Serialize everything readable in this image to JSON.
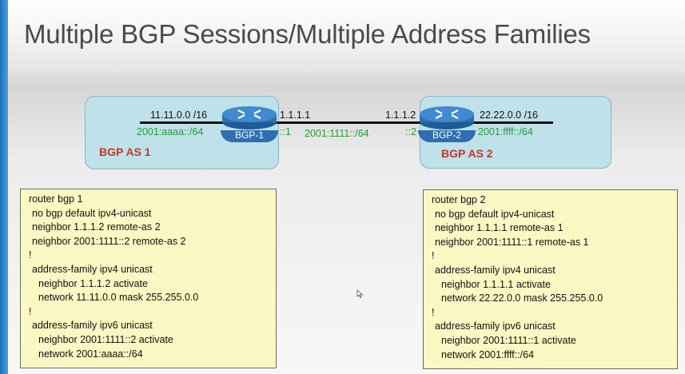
{
  "title": "Multiple BGP Sessions/Multiple Address Families",
  "diagram": {
    "as1": {
      "label": "BGP AS 1",
      "router": "BGP-1",
      "ipv4_prefix": "11.11.0.0 /16",
      "ipv6_prefix": "2001:aaaa::/64",
      "ipv4_link_addr": "1.1.1.1",
      "ipv6_link_addr": "::1"
    },
    "as2": {
      "label": "BGP AS 2",
      "router": "BGP-2",
      "ipv4_prefix": "22.22.0.0 /16",
      "ipv6_prefix": "2001:ffff::/64",
      "ipv4_link_addr": "1.1.1.2",
      "ipv6_link_addr": "::2"
    },
    "link_ipv6_prefix": "2001:1111::/64"
  },
  "config1": [
    {
      "text": "router bgp 1",
      "indent": 0
    },
    {
      "text": "no bgp default ipv4-unicast",
      "indent": 1
    },
    {
      "text": "neighbor 1.1.1.2 remote-as 2",
      "indent": 1
    },
    {
      "text": "neighbor 2001:1111::2 remote-as 2",
      "indent": 1
    },
    {
      "text": "!",
      "indent": 0
    },
    {
      "text": "address-family ipv4 unicast",
      "indent": 1
    },
    {
      "text": "neighbor 1.1.1.2 activate",
      "indent": 2
    },
    {
      "text": "network 11.11.0.0 mask 255.255.0.0",
      "indent": 2
    },
    {
      "text": "!",
      "indent": 0
    },
    {
      "text": "address-family ipv6 unicast",
      "indent": 1
    },
    {
      "text": "neighbor 2001:1111::2 activate",
      "indent": 2
    },
    {
      "text": "network 2001:aaaa::/64",
      "indent": 2
    }
  ],
  "config2": [
    {
      "text": "router bgp 2",
      "indent": 0
    },
    {
      "text": "no bgp default ipv4-unicast",
      "indent": 1
    },
    {
      "text": "neighbor 1.1.1.1 remote-as 1",
      "indent": 1
    },
    {
      "text": "neighbor 2001:1111::1 remote-as 1",
      "indent": 1
    },
    {
      "text": "!",
      "indent": 0
    },
    {
      "text": "address-family ipv4 unicast",
      "indent": 1
    },
    {
      "text": "neighbor 1.1.1.1 activate",
      "indent": 2
    },
    {
      "text": "network 22.22.0.0 mask 255.255.0.0",
      "indent": 2
    },
    {
      "text": "!",
      "indent": 0
    },
    {
      "text": "address-family ipv6 unicast",
      "indent": 1
    },
    {
      "text": "neighbor 2001:1111::1 activate",
      "indent": 2
    },
    {
      "text": "network 2001:ffff::/64",
      "indent": 2
    }
  ],
  "colors": {
    "as_box": "#bfe1ea",
    "router": "#2e6fb0",
    "as_label": "#c0392b",
    "ipv6_text": "#1f9e3a",
    "config_bg": "#fbf8c4"
  }
}
